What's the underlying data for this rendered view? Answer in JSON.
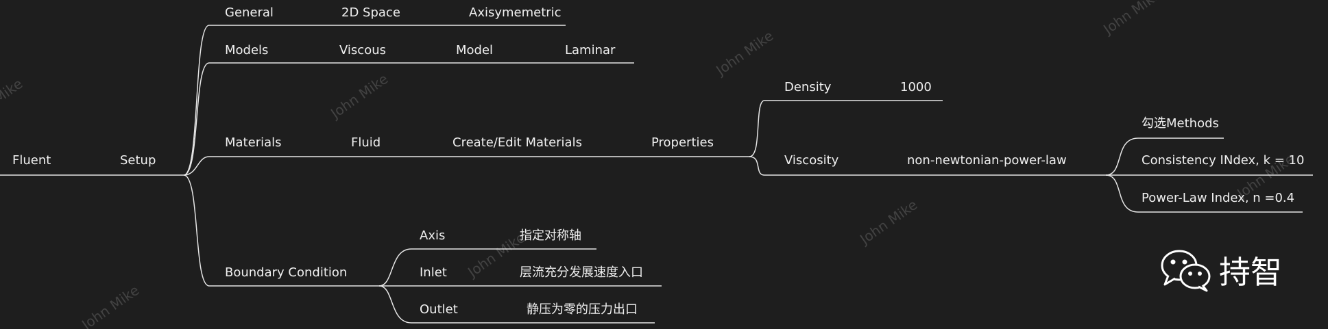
{
  "mindmap": {
    "root": {
      "label": "Fluent"
    },
    "setup": {
      "label": "Setup"
    },
    "general": {
      "label": "General",
      "space": "2D Space",
      "type": "Axisymemetric"
    },
    "models": {
      "label": "Models",
      "viscous": "Viscous",
      "model": "Model",
      "laminar": "Laminar"
    },
    "materials": {
      "label": "Materials",
      "fluid": "Fluid",
      "create_edit": "Create/Edit Materials",
      "properties": "Properties",
      "density": {
        "label": "Density",
        "value": "1000"
      },
      "viscosity": {
        "label": "Viscosity",
        "value": "non-newtonian-power-law",
        "methods": "勾选Methods",
        "consistency": "Consistency INdex, k  =  10",
        "power_law": "Power-Law Index, n  =0.4"
      }
    },
    "boundary": {
      "label": "Boundary Condition",
      "axis": {
        "label": "Axis",
        "value": "指定对称轴"
      },
      "inlet": {
        "label": "Inlet",
        "value": "层流充分发展速度入口"
      },
      "outlet": {
        "label": "Outlet",
        "value": "静压为零的压力出口"
      }
    }
  },
  "watermark": {
    "text": "John Mike"
  },
  "brand": {
    "name": "持智",
    "icon": "wechat-icon"
  },
  "colors": {
    "background": "#1e1e1e",
    "line": "#e6e6e6",
    "text": "#f0f0f0"
  }
}
